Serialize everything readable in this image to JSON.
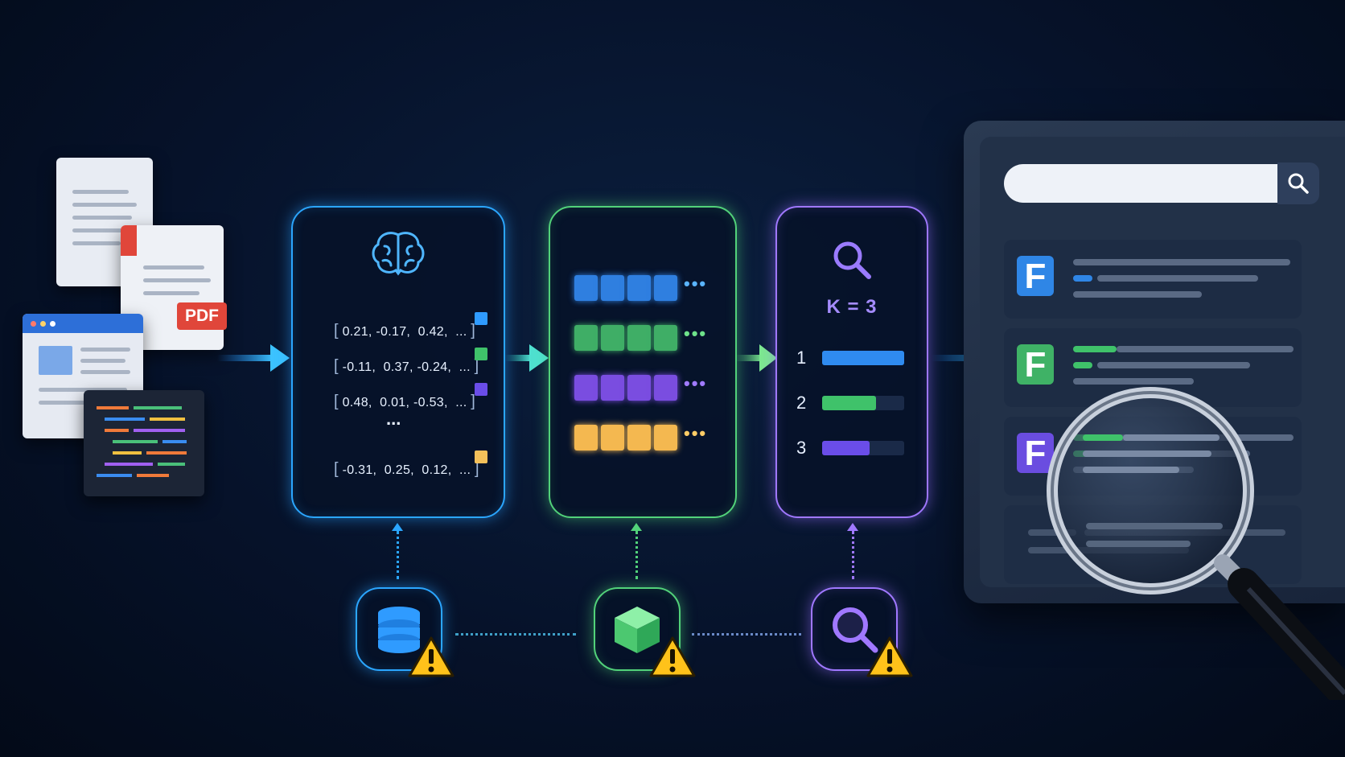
{
  "input_docs": {
    "pdf_label": "PDF"
  },
  "embedding_panel": {
    "icon": "brain-icon",
    "vectors": [
      {
        "open": "[",
        "values": "0.21, -0.17,  0.42,  ...",
        "close": "]",
        "color": "#2f9bff"
      },
      {
        "open": "[",
        "values": "-0.11,  0.37, -0.24,  ...",
        "close": "]",
        "color": "#3fc26a"
      },
      {
        "open": "[",
        "values": "0.48,  0.01, -0.53,  ...",
        "close": "]",
        "color": "#6a4de8"
      },
      {
        "open": "[",
        "values": "-0.31,  0.25,  0.12,  ...",
        "close": "]",
        "color": "#f4c05a"
      }
    ],
    "ellipsis": "..."
  },
  "storage_panel": {
    "row_colors": [
      "#2f7fe0",
      "#3fae66",
      "#7a4de0",
      "#f4b850"
    ],
    "row_dot_colors": [
      "#5ab4ff",
      "#6ee28a",
      "#a07bff",
      "#ffcc66"
    ]
  },
  "search_panel": {
    "icon": "magnifier-icon",
    "k_label": "K = 3",
    "results": [
      {
        "rank": "1",
        "fill": 1.0,
        "color": "#2f8bf0"
      },
      {
        "rank": "2",
        "fill": 0.66,
        "color": "#3fc26a"
      },
      {
        "rank": "3",
        "fill": 0.58,
        "color": "#6a4de8"
      }
    ]
  },
  "bottom_nodes": [
    {
      "icon": "database-icon",
      "color": "#2ba6ff"
    },
    {
      "icon": "cube-icon",
      "color": "#52d27a"
    },
    {
      "icon": "search-icon",
      "color": "#a078ff"
    }
  ],
  "results_screen": {
    "items": [
      {
        "letter": "F",
        "color": "#2f86e6",
        "accent": "#2f86e6"
      },
      {
        "letter": "F",
        "color": "#3fb266",
        "accent": "#3fc26a"
      },
      {
        "letter": "F",
        "color": "#6a4de0",
        "accent": "#3fc26a"
      }
    ]
  },
  "colors": {
    "blue": "#2ba6ff",
    "green": "#52d27a",
    "purple": "#a078ff",
    "warning": "#ffc21a"
  }
}
